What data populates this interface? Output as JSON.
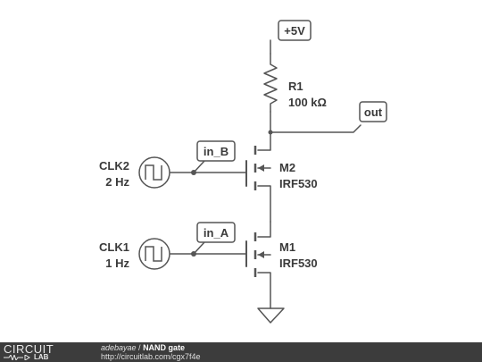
{
  "nets": {
    "vcc": "+5V",
    "out": "out",
    "in_b": "in_B",
    "in_a": "in_A"
  },
  "components": {
    "r1": {
      "ref": "R1",
      "value": "100 kΩ"
    },
    "m2": {
      "ref": "M2",
      "part": "IRF530"
    },
    "m1": {
      "ref": "M1",
      "part": "IRF530"
    },
    "clk2": {
      "ref": "CLK2",
      "freq": "2 Hz"
    },
    "clk1": {
      "ref": "CLK1",
      "freq": "1 Hz"
    }
  },
  "footer": {
    "logo_top": "CIRCUIT",
    "logo_bottom": "LAB",
    "author": "adebayae",
    "separator": " / ",
    "title": "NAND gate",
    "url": "http://circuitlab.com/cgx7f4e"
  },
  "colors": {
    "wire": "#555555",
    "footer_bg": "#3c3c3c"
  }
}
